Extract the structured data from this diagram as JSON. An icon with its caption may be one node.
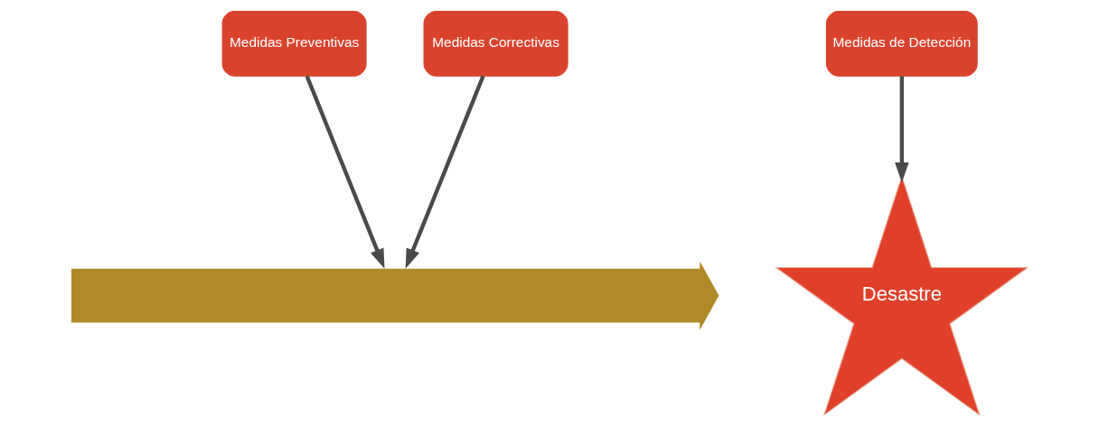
{
  "diagram": {
    "nodes": [
      {
        "text": [
          "Medidas Preventivas"
        ]
      },
      {
        "text": [
          "Medidas de Detección"
        ]
      },
      {
        "text": [
          "Medidas Correctivas"
        ]
      },
      {
        "text": [
          "Desastre"
        ]
      },
      {
        "text": [],
        "shape": "arrow"
      }
    ],
    "edges": [
      {
        "from": 0,
        "to": 4,
        "arrow": "to"
      },
      {
        "from": 1,
        "to": 3,
        "arrow": "to"
      },
      {
        "from": 2,
        "to": 4,
        "arrow": "to"
      }
    ]
  }
}
